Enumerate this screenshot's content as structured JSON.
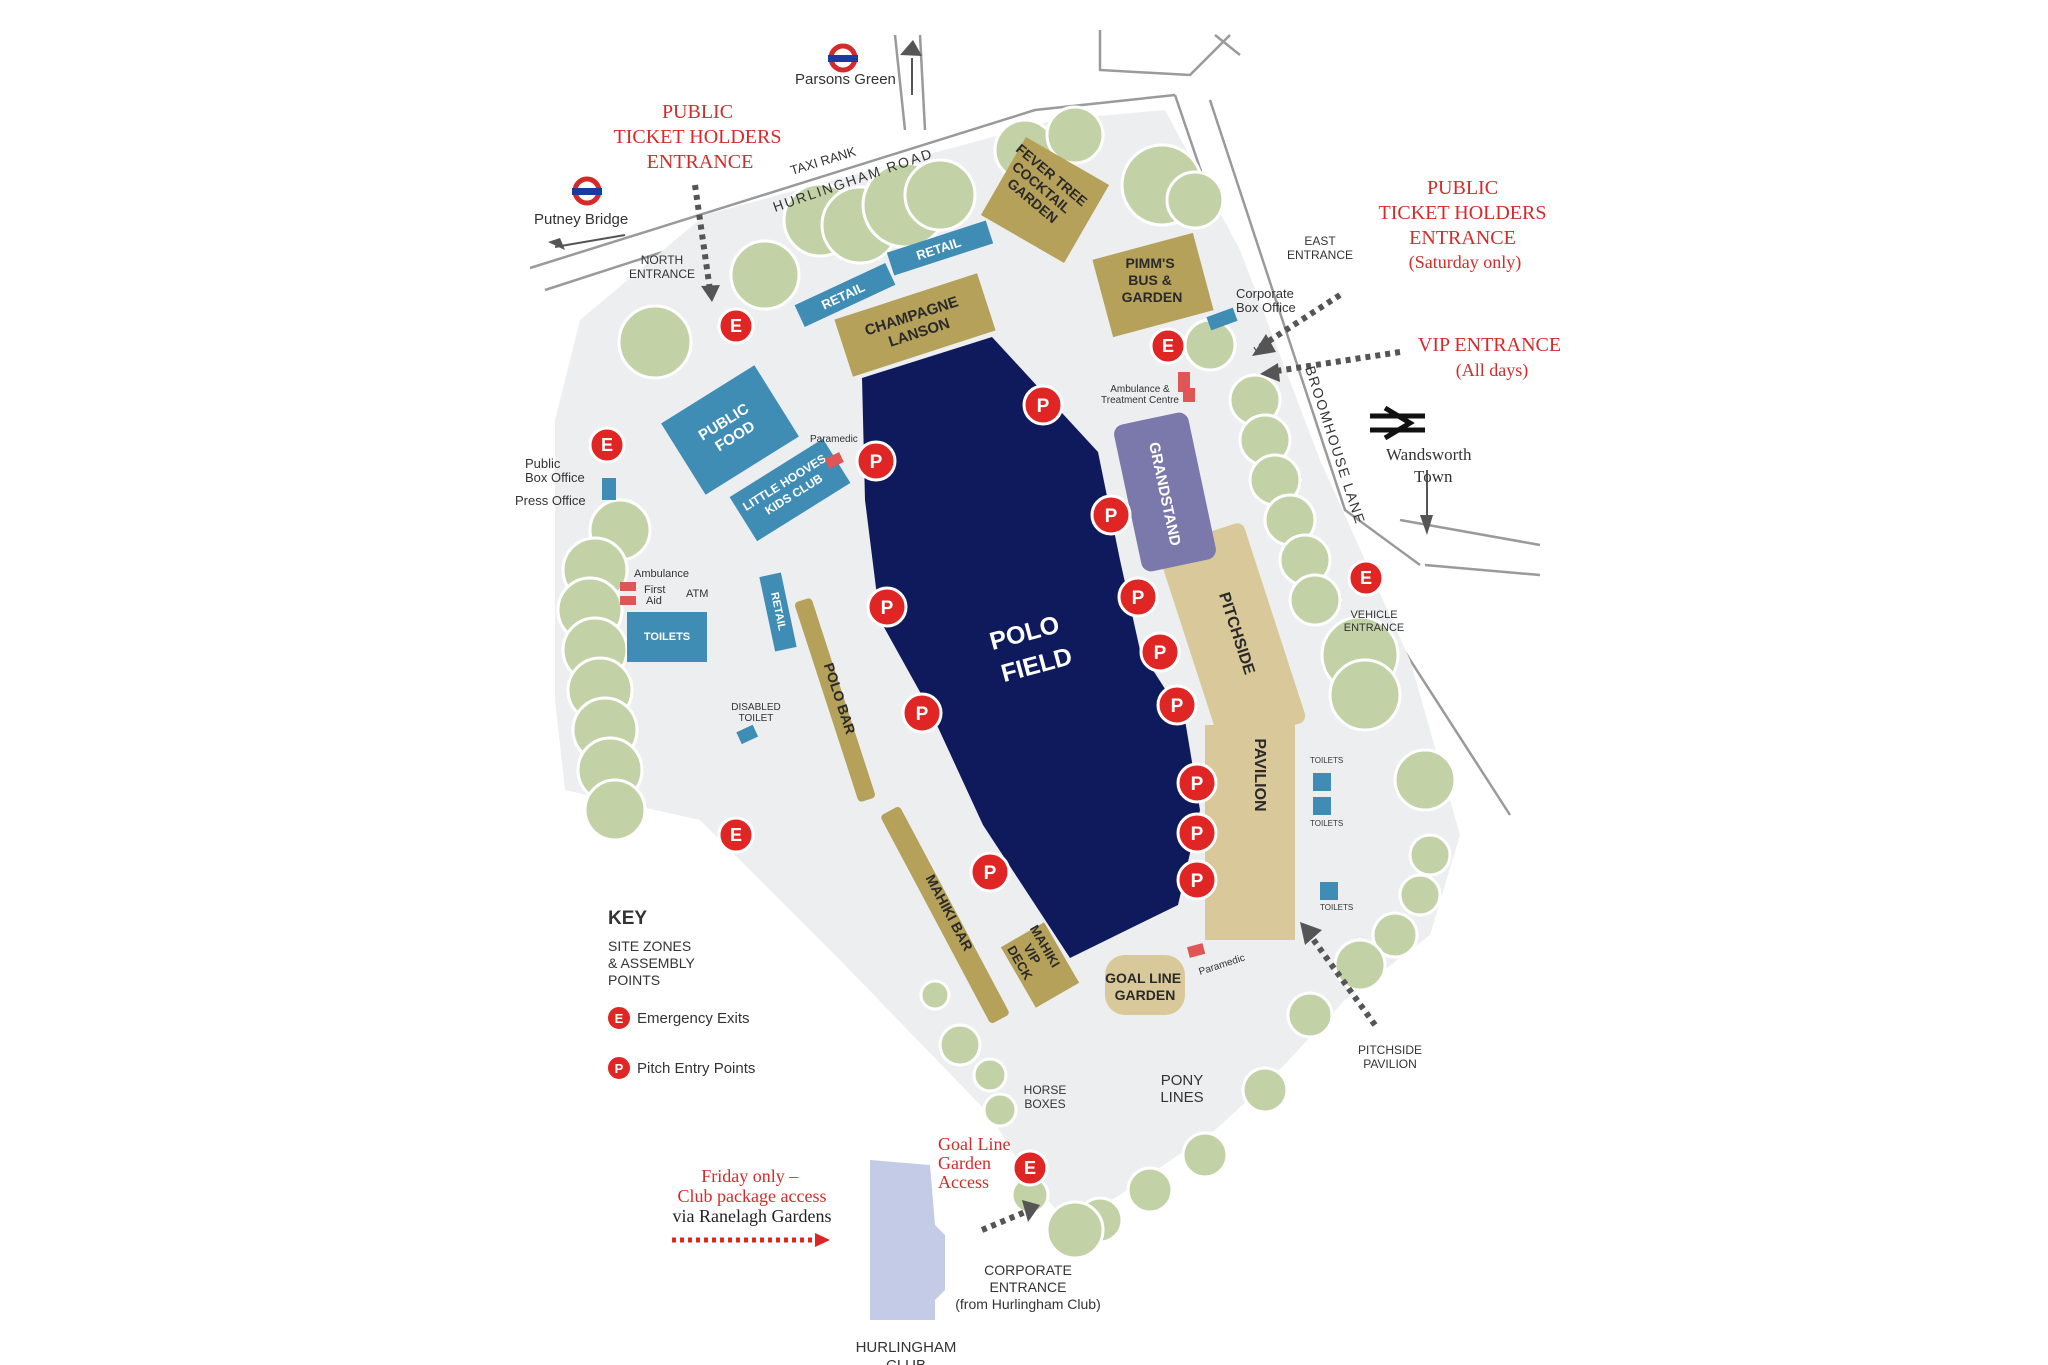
{
  "colors": {
    "grounds": "#eceef0",
    "field": "#0e1a5c",
    "tree": "#c3d1a6",
    "tree_stroke": "#ffffff",
    "zone_gold": "#b5a15a",
    "zone_light_gold": "#d9c99a",
    "zone_blue": "#3f8cb5",
    "zone_purple": "#7b78ab",
    "club": "#c3cbe6",
    "marker_red": "#e02525",
    "text_red": "#d62a2a",
    "road": "#8a8a8a"
  },
  "stations": {
    "parsons_green": "Parsons Green",
    "putney_bridge": "Putney Bridge",
    "wandsworth_town_1": "Wandsworth",
    "wandsworth_town_2": "Town"
  },
  "roads": {
    "hurlingham_road": "HURLINGHAM ROAD",
    "broomhouse_lane": "BROOMHOUSE LANE",
    "taxi_rank": "TAXI RANK"
  },
  "callouts": {
    "public_entrance": [
      "PUBLIC",
      "TICKET HOLDERS",
      "ENTRANCE"
    ],
    "public_entrance_sat": [
      "PUBLIC",
      "TICKET HOLDERS",
      "ENTRANCE",
      "(Saturday only)"
    ],
    "vip_entrance": [
      "VIP ENTRANCE",
      "(All days)"
    ],
    "goal_line_access": [
      "Goal Line",
      "Garden",
      "Access"
    ],
    "friday_only": [
      "Friday only –",
      "Club package access"
    ],
    "via_ranelagh": "via Ranelagh Gardens"
  },
  "small_labels": {
    "north_entrance": [
      "NORTH",
      "ENTRANCE"
    ],
    "east_entrance": [
      "EAST",
      "ENTRANCE"
    ],
    "corporate_box_office": [
      "Corporate",
      "Box Office"
    ],
    "ambulance_treatment": [
      "Ambulance &",
      "Treatment Centre"
    ],
    "paramedic_1": "Paramedic",
    "paramedic_2": "Paramedic",
    "public_box_office": [
      "Public",
      "Box Office"
    ],
    "press_office": "Press Office",
    "ambulance": "Ambulance",
    "first_aid": [
      "First",
      "Aid"
    ],
    "atm": "ATM",
    "disabled_toilet": [
      "DISABLED",
      "TOILET"
    ],
    "vehicle_entrance": [
      "VEHICLE",
      "ENTRANCE"
    ],
    "toilets_1": "TOILETS",
    "toilets_2": "TOILETS",
    "toilets_3": "TOILETS",
    "horse_boxes": [
      "HORSE",
      "BOXES"
    ],
    "pony_lines": [
      "PONY",
      "LINES"
    ],
    "pitchside_pavilion": [
      "PITCHSIDE",
      "PAVILION"
    ],
    "corporate_entrance": [
      "CORPORATE",
      "ENTRANCE",
      "(from Hurlingham Club)"
    ],
    "hurlingham_club": [
      "HURLINGHAM",
      "CLUB"
    ]
  },
  "zones": {
    "polo_field": [
      "POLO",
      "FIELD"
    ],
    "fever_tree": [
      "FEVER TREE",
      "COCKTAIL",
      "GARDEN"
    ],
    "pimms": [
      "PIMM'S",
      "BUS &",
      "GARDEN"
    ],
    "champagne": [
      "CHAMPAGNE",
      "LANSON"
    ],
    "retail_1": "RETAIL",
    "retail_2": "RETAIL",
    "retail_3": "RETAIL",
    "public_food": [
      "PUBLIC",
      "FOOD"
    ],
    "little_hooves": [
      "LITTLE HOOVES",
      "KIDS CLUB"
    ],
    "grandstand": "GRANDSTAND",
    "pitchside": "PITCHSIDE",
    "pavilion": "PAVILION",
    "polo_bar": "POLO BAR",
    "mahiki_bar": "MAHIKI BAR",
    "mahiki_vip": [
      "MAHIKI",
      "VIP",
      "DECK"
    ],
    "goal_line_garden": [
      "GOAL LINE",
      "GARDEN"
    ],
    "toilets": "TOILETS"
  },
  "key": {
    "title": "KEY",
    "subtitle": [
      "SITE ZONES",
      "& ASSEMBLY",
      "POINTS"
    ],
    "emergency": "Emergency Exits",
    "pitch": "Pitch Entry Points",
    "e_letter": "E",
    "p_letter": "P"
  }
}
